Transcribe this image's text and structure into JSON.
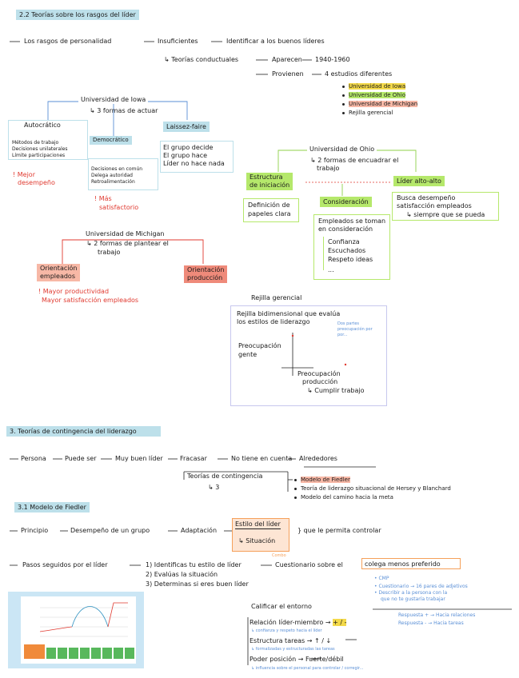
{
  "section2": {
    "title": "2.2 Teorías sobre los rasgos del líder",
    "line1": {
      "a": "Los rasgos de personalidad",
      "b": "Insuficientes",
      "c": "Identificar a los buenos líderes"
    },
    "line2": {
      "a": "Teorías conductuales",
      "b": "Aparecen",
      "c": "1940-1960"
    },
    "line3": {
      "a": "Provienen",
      "b": "4 estudios diferentes"
    },
    "studies": [
      "Universidad de Iowa",
      "Universidad de Ohio",
      "Universidad de Michigan",
      "Rejilla gerencial"
    ],
    "iowa": {
      "title": "Universidad de Iowa",
      "subtitle": "3 formas de actuar",
      "autocratico": {
        "label": "Autocrático",
        "text": [
          "Métodos de trabajo",
          "Decisiones unilaterales",
          "Límite participaciones"
        ],
        "note": [
          "! Mejor",
          "desempeño"
        ]
      },
      "democratico": {
        "label": "Democrático",
        "text": [
          "Decisiones en común",
          "Delega autoridad",
          "Retroalimentación"
        ],
        "note": [
          "! Más",
          "satisfactorio"
        ]
      },
      "laissez": {
        "label": "Laissez-faire",
        "text": [
          "El grupo decide",
          "El grupo hace",
          "Líder no hace nada"
        ]
      }
    },
    "ohio": {
      "title": "Universidad de Ohio",
      "subtitle": [
        "2 formas de encuadrar el",
        "trabajo"
      ],
      "estructura": {
        "label": [
          "Estructura",
          "de iniciación"
        ],
        "desc": [
          "Definición de",
          "papeles clara"
        ]
      },
      "consideracion": {
        "label": "Consideración",
        "desc": [
          "Empleados se toman",
          "en consideración"
        ],
        "items": [
          "Confianza",
          "Escuchados",
          "Respeto ideas",
          "..."
        ]
      },
      "lider": {
        "label": "Líder alto-alto",
        "desc": [
          "Busca",
          "desempeño",
          "satisfacción empleados"
        ],
        "cond": "siempre que se pueda"
      }
    },
    "michigan": {
      "title": "Universidad de Michigan",
      "subtitle": [
        "2 formas de plantear el",
        "trabajo"
      ],
      "empleados": {
        "label": [
          "Orientación",
          "empleados"
        ],
        "note": [
          "! Mayor productividad",
          "Mayor satisfacción empleados"
        ]
      },
      "produccion": {
        "label": [
          "Orientación",
          "producción"
        ]
      }
    },
    "rejilla": {
      "title": "Rejilla gerencial",
      "desc": [
        "Rejilla bidimensional que evalúa",
        "los estilos de liderazgo"
      ],
      "side": [
        "Dos partes",
        "preocupación por",
        "por..."
      ],
      "yaxis": [
        "Preocupación",
        "gente"
      ],
      "xaxis": [
        "Preocupación",
        "producción"
      ],
      "xnote": "Cumplir trabajo"
    }
  },
  "section3": {
    "title": "3. Teorías de contingencia del liderazgo",
    "line1": {
      "a": "Persona",
      "b": "Puede ser",
      "c": "Muy buen líder",
      "d": "Fracasar",
      "e": "No tiene en cuenta",
      "f": "Alrededores"
    },
    "teorias": {
      "label": "Teorías de contingencia",
      "count": "3"
    },
    "models": [
      "Modelo de Fiedler",
      "Teoría de liderazgo situacional de Hersey y Blanchard",
      "Modelo del camino hacia la meta"
    ]
  },
  "section31": {
    "title": "3.1 Modelo de Fiedler",
    "line1": {
      "a": "Principio",
      "b": "Desempeño de un grupo",
      "c": "Adaptación",
      "d": "Estilo del líder",
      "e": "Situación",
      "f": "que le permita controlar"
    },
    "combo": "Combo",
    "pasos": {
      "label": "Pasos seguidos por el líder",
      "steps": [
        "1) Identificas tu estilo de líder",
        "2) Evalúas la situación",
        "3) Determinas si eres buen líder"
      ]
    },
    "cuestionario": "Cuestionario sobre el",
    "colega": "colega menos preferido",
    "notes": [
      "CMP",
      "Cuestionario → 16 pares de adjetivos",
      "Describir a la persona con la",
      "que no te gustaría trabajar"
    ],
    "respuestas": [
      {
        "a": "Respuesta +",
        "b": "Hacia relaciones"
      },
      {
        "a": "Respuesta -",
        "b": "Hacia tareas"
      }
    ],
    "entorno": "Calificar el entorno",
    "factors": [
      {
        "label": "Relación líder-miembro",
        "sign": "+ / -",
        "note": "confianza y respeto hacia el líder"
      },
      {
        "label": "Estructura tareas",
        "sign": "↑ / ↓",
        "note": "formalizadas y estructuradas las tareas"
      },
      {
        "label": "Poder posición",
        "sign": "Fuerte/débil",
        "note": "influencia sobre el personal para controlar / corregir..."
      }
    ]
  },
  "colors": {
    "teal": "#bde0ea",
    "red": "#e0392f",
    "green": "#b5e86b",
    "orange": "#f5a05a",
    "pink": "#f7b8a6",
    "yellow": "#f3d94a",
    "blue": "#5a8fd6"
  }
}
